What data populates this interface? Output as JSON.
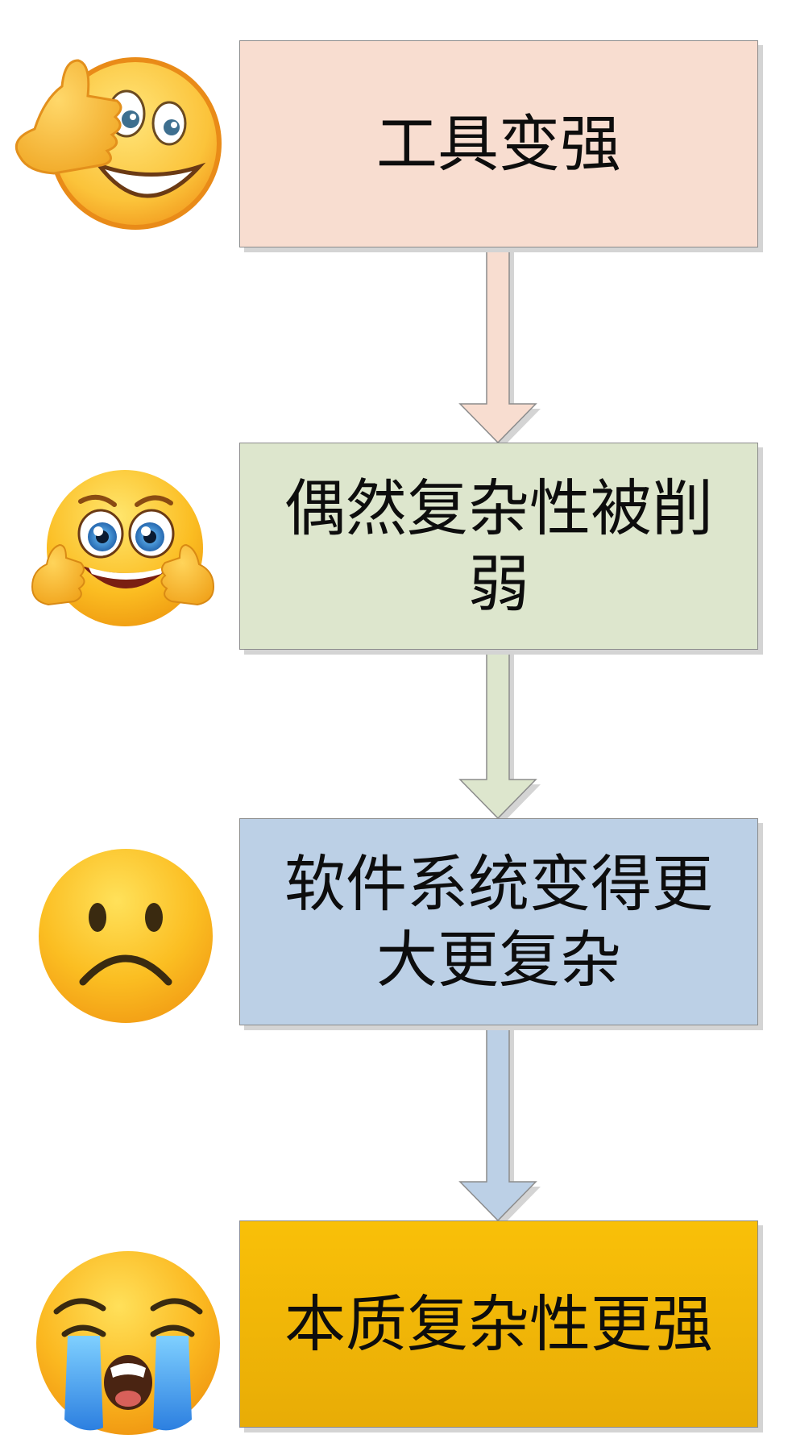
{
  "steps": [
    {
      "label": "工具变强",
      "fill": "#f8ddd0",
      "emoji": "thumbs-up-grinning-emoji"
    },
    {
      "label": "偶然复杂性被削弱",
      "fill": "#dde6cd",
      "emoji": "double-thumbs-up-smiling-emoji"
    },
    {
      "label": "软件系统变得更大更复杂",
      "fill": "#bcd0e6",
      "emoji": "frowning-face-emoji"
    },
    {
      "label": "本质复杂性更强",
      "fill": "#f4b60a",
      "emoji": "loudly-crying-face-emoji"
    }
  ],
  "arrow_colors": [
    "#f8ddd0",
    "#dde6cd",
    "#bcd0e6"
  ]
}
